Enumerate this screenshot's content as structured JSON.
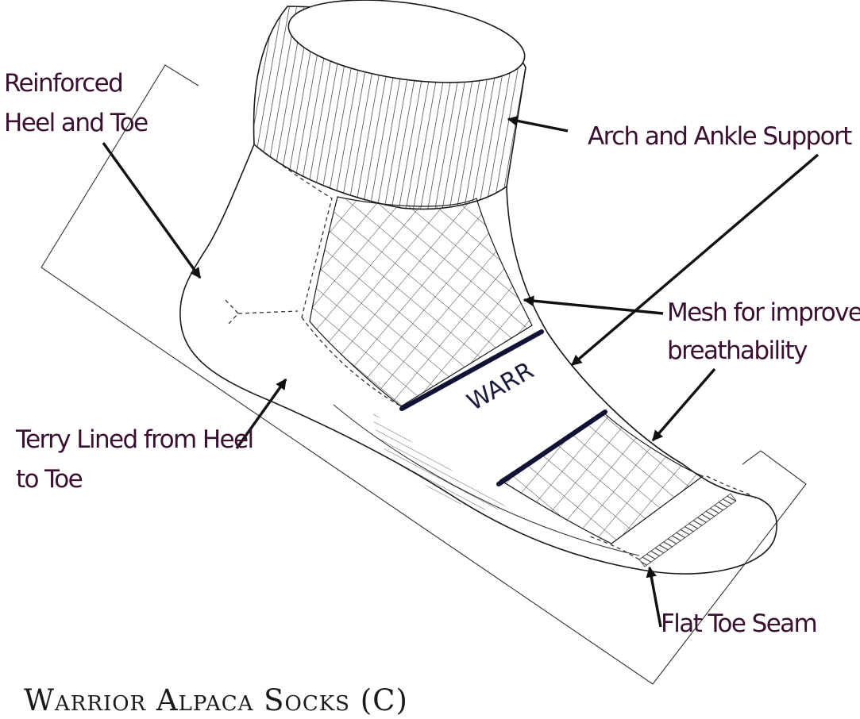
{
  "labels": {
    "reinforced_line1": "Reinforced",
    "reinforced_line2": "Heel and Toe",
    "arch_support": "Arch and Ankle Support",
    "mesh_line1": "Mesh for improved",
    "mesh_line2": "breathability",
    "terry_line1": "Terry Lined from Heel",
    "terry_line2": "to Toe",
    "flat_seam": "Flat Toe Seam"
  },
  "brand_mark": "WARR",
  "footer_title": "Warrior Alpaca Socks (C)",
  "colors": {
    "label_text": "#3a1030",
    "band_stripe": "#121236",
    "line_art": "#1a1a1a"
  }
}
